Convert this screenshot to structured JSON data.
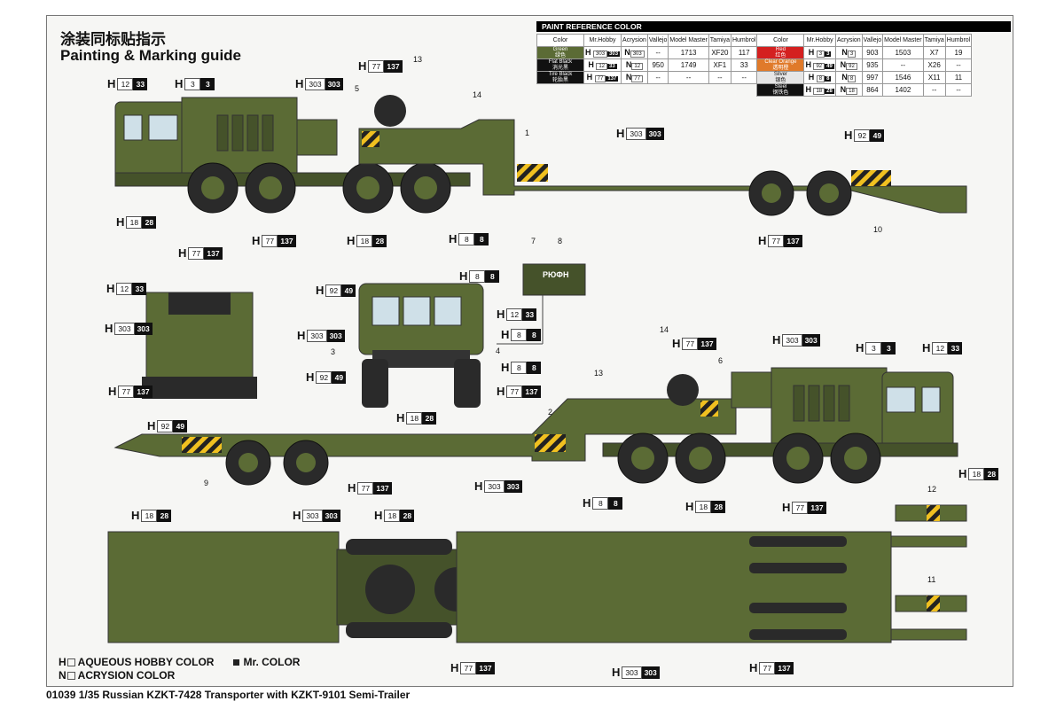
{
  "header": {
    "title_cn": "涂装同标贴指示",
    "title_en": "Painting & Marking guide"
  },
  "paint_table": {
    "title": "PAINT  REFERENCE COLOR",
    "columns": [
      "Color",
      "Mr.Hobby",
      "Acrysion",
      "Vallejo",
      "Model Master",
      "Tamiya",
      "Humbrol"
    ],
    "left_rows": [
      {
        "color": "Green",
        "color_cn": "绿色",
        "swatch": "#5b6b35",
        "h": "303",
        "hb": "303",
        "n": "303",
        "vallejo": "--",
        "mm": "1713",
        "tamiya": "XF20",
        "humbrol": "117"
      },
      {
        "color": "Flat Black",
        "color_cn": "消光黑",
        "swatch": "#111111",
        "h": "12",
        "hb": "33",
        "n": "12",
        "vallejo": "950",
        "mm": "1749",
        "tamiya": "XF1",
        "humbrol": "33"
      },
      {
        "color": "Tire Black",
        "color_cn": "轮胎黑",
        "swatch": "#111111",
        "h": "77",
        "hb": "137",
        "n": "77",
        "vallejo": "--",
        "mm": "--",
        "tamiya": "--",
        "humbrol": "--"
      }
    ],
    "right_rows": [
      {
        "color": "Red",
        "color_cn": "红色",
        "swatch": "#d42020",
        "h": "3",
        "hb": "3",
        "n": "3",
        "vallejo": "903",
        "mm": "1503",
        "tamiya": "X7",
        "humbrol": "19"
      },
      {
        "color": "Clear Orange",
        "color_cn": "透明橙",
        "swatch": "#e07a2a",
        "h": "92",
        "hb": "49",
        "n": "92",
        "vallejo": "935",
        "mm": "--",
        "tamiya": "X26",
        "humbrol": "--"
      },
      {
        "color": "Silver",
        "color_cn": "银色",
        "swatch": "#e6e6e6",
        "h": "8",
        "hb": "8",
        "n": "8",
        "vallejo": "997",
        "mm": "1546",
        "tamiya": "X11",
        "humbrol": "11"
      },
      {
        "color": "Steel",
        "color_cn": "钢铁色",
        "swatch": "#111111",
        "h": "18",
        "hb": "28",
        "n": "18",
        "vallejo": "864",
        "mm": "1402",
        "tamiya": "--",
        "humbrol": "--"
      }
    ]
  },
  "callouts": [
    {
      "a": "12",
      "b": "33"
    },
    {
      "a": "3",
      "b": "3"
    },
    {
      "a": "303",
      "b": "303"
    },
    {
      "a": "77",
      "b": "137"
    },
    {
      "a": "303",
      "b": "303"
    },
    {
      "a": "92",
      "b": "49"
    },
    {
      "a": "18",
      "b": "28"
    },
    {
      "a": "77",
      "b": "137"
    },
    {
      "a": "18",
      "b": "28"
    },
    {
      "a": "8",
      "b": "8"
    },
    {
      "a": "77",
      "b": "137"
    },
    {
      "a": "77",
      "b": "137"
    },
    {
      "a": "12",
      "b": "33"
    },
    {
      "a": "303",
      "b": "303"
    },
    {
      "a": "77",
      "b": "137"
    },
    {
      "a": "8",
      "b": "8"
    },
    {
      "a": "92",
      "b": "49"
    },
    {
      "a": "12",
      "b": "33"
    },
    {
      "a": "303",
      "b": "303"
    },
    {
      "a": "8",
      "b": "8"
    },
    {
      "a": "8",
      "b": "8"
    },
    {
      "a": "92",
      "b": "49"
    },
    {
      "a": "77",
      "b": "137"
    },
    {
      "a": "18",
      "b": "28"
    },
    {
      "a": "77",
      "b": "137"
    },
    {
      "a": "303",
      "b": "303"
    },
    {
      "a": "3",
      "b": "3"
    },
    {
      "a": "12",
      "b": "33"
    },
    {
      "a": "92",
      "b": "49"
    },
    {
      "a": "77",
      "b": "137"
    },
    {
      "a": "303",
      "b": "303"
    },
    {
      "a": "8",
      "b": "8"
    },
    {
      "a": "18",
      "b": "28"
    },
    {
      "a": "77",
      "b": "137"
    },
    {
      "a": "18",
      "b": "28"
    },
    {
      "a": "18",
      "b": "28"
    },
    {
      "a": "303",
      "b": "303"
    },
    {
      "a": "18",
      "b": "28"
    },
    {
      "a": "77",
      "b": "137"
    },
    {
      "a": "303",
      "b": "303"
    },
    {
      "a": "77",
      "b": "137"
    }
  ],
  "callout_prefix": "H",
  "part_numbers": [
    "13",
    "14",
    "5",
    "1",
    "10",
    "7",
    "8",
    "3",
    "4",
    "14",
    "13",
    "6",
    "2",
    "9",
    "12",
    "11"
  ],
  "decal_text": "РЮФН",
  "legend": {
    "h_label": "H",
    "h_text": "AQUEOUS HOBBY COLOR",
    "mr_text": "Mr. COLOR",
    "n_label": "N",
    "n_text": "ACRYSION COLOR"
  },
  "footer": "01039 1/35 Russian KZKT-7428 Transporter with KZKT-9101 Semi-Trailer",
  "colors": {
    "olive": "#5b6b35",
    "olive_dark": "#45522a",
    "tire": "#2a2a2a",
    "hazard_yellow": "#f0c020"
  }
}
